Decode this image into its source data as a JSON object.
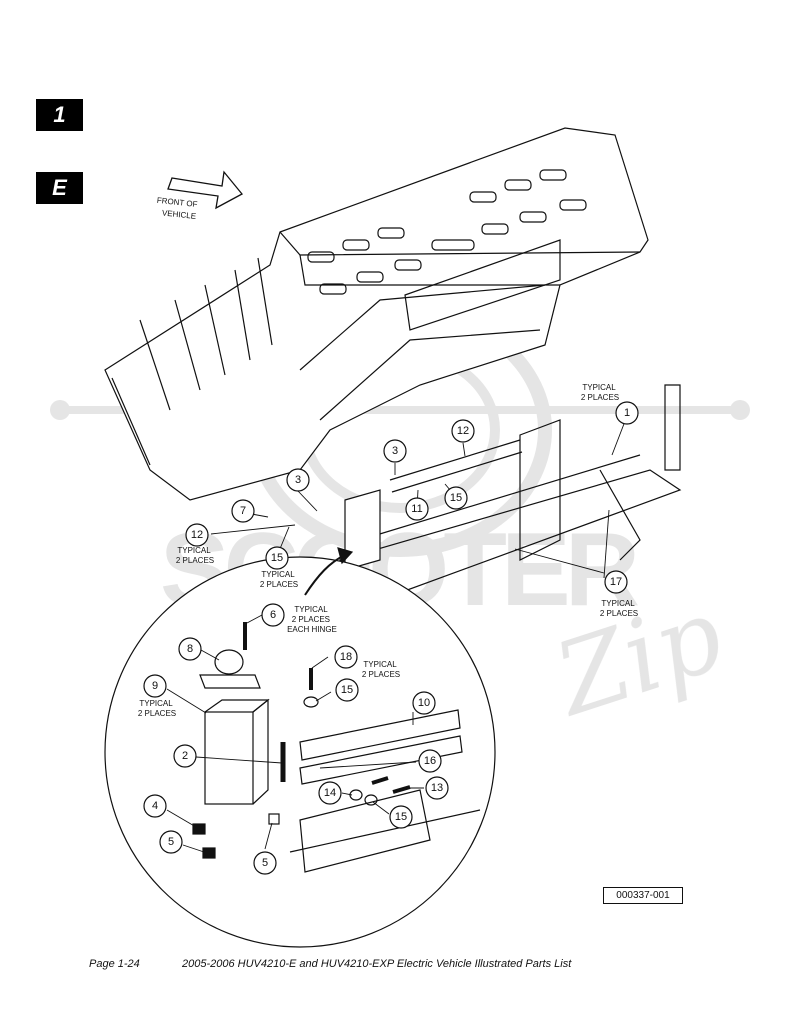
{
  "section_tabs": [
    "1",
    "E"
  ],
  "direction_label": [
    "FRONT OF",
    "VEHICLE"
  ],
  "callouts": [
    {
      "number": "1"
    },
    {
      "number": "12"
    },
    {
      "number": "3"
    },
    {
      "number": "3"
    },
    {
      "number": "15"
    },
    {
      "number": "11"
    },
    {
      "number": "7"
    },
    {
      "number": "12"
    },
    {
      "number": "15"
    },
    {
      "number": "17"
    },
    {
      "number": "6"
    },
    {
      "number": "8"
    },
    {
      "number": "18"
    },
    {
      "number": "9"
    },
    {
      "number": "15"
    },
    {
      "number": "10"
    },
    {
      "number": "2"
    },
    {
      "number": "16"
    },
    {
      "number": "14"
    },
    {
      "number": "13"
    },
    {
      "number": "4"
    },
    {
      "number": "15"
    },
    {
      "number": "5"
    },
    {
      "number": "5"
    }
  ],
  "notes": [
    {
      "lines": [
        "TYPICAL",
        "2 PLACES"
      ]
    },
    {
      "lines": [
        "TYPICAL",
        "2 PLACES"
      ]
    },
    {
      "lines": [
        "TYPICAL",
        "2 PLACES"
      ]
    },
    {
      "lines": [
        "TYPICAL",
        "2 PLACES"
      ]
    },
    {
      "lines": [
        "TYPICAL",
        "2 PLACES",
        "EACH HINGE"
      ]
    },
    {
      "lines": [
        "TYPICAL",
        "2 PLACES"
      ]
    },
    {
      "lines": [
        "TYPICAL",
        "2 PLACES"
      ]
    }
  ],
  "watermark": {
    "text": "SCOOTER",
    "script": "Zip",
    "color": "#d0d0d0"
  },
  "figure_id": "000337-001",
  "footer": {
    "page": "Page 1-24",
    "title": "2005-2006 HUV4210-E and HUV4210-EXP Electric Vehicle Illustrated Parts List"
  }
}
